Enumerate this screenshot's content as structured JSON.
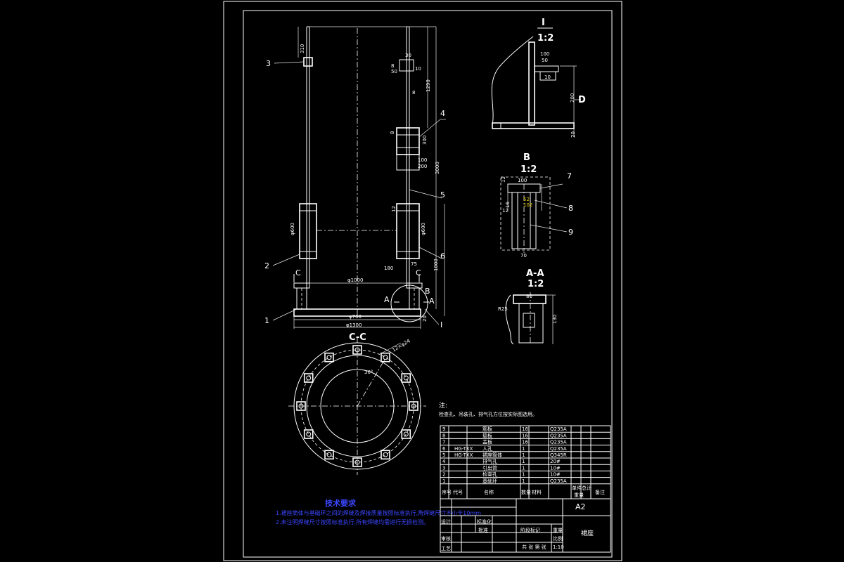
{
  "drawing": {
    "callouts": [
      "1",
      "2",
      "3",
      "4",
      "5",
      "6",
      "7",
      "8",
      "9",
      "I"
    ],
    "views": {
      "detail_I": {
        "title": "I",
        "scale": "1:2",
        "label_D": "D"
      },
      "detail_B": {
        "title": "B",
        "scale": "1:2"
      },
      "detail_AA": {
        "title": "A-A",
        "scale": "1:2"
      },
      "section_CC": {
        "title": "C-C"
      },
      "section_marks": {
        "C": "C",
        "A": "A",
        "B": "B"
      }
    },
    "dims_main": {
      "d310": "310",
      "d1290": "1290",
      "d3000": "3000",
      "d300": "300",
      "d100": "100",
      "d200": "200",
      "d600a": "φ600",
      "d600b": "φ600",
      "d1000": "φ1000",
      "d700": "φ700",
      "d1300": "φ1300",
      "d180": "180",
      "d75": "75",
      "d1000v": "1000",
      "d20": "20",
      "d12": "12",
      "d8a": "8",
      "d8b": "8",
      "d50": "50",
      "d30": "30",
      "d10": "10",
      "d8c": "8"
    },
    "dims_I": {
      "a": "100",
      "b": "50",
      "c": "10",
      "d": "200",
      "e": "20"
    },
    "dims_B": {
      "a": "100",
      "b": "52",
      "c": "102",
      "d": "16",
      "e": "12",
      "f": "70",
      "g": "12"
    },
    "dims_AA": {
      "a": "80",
      "b": "130",
      "c": "R25"
    },
    "dims_CC": {
      "holes": "12×φ24",
      "angle": "30°"
    },
    "note": {
      "head": "注:",
      "body": "检查孔、吊装孔、排气孔方位按实际图选用。"
    },
    "tech_req": {
      "title": "技术要求",
      "line1": "1.裙座筒体与基础环之间的焊缝及焊接质量按照标准执行,角焊缝尺寸不小于10mm",
      "line2": "2.未注明焊缝尺寸按照标准执行,所有焊缝均需进行无损检测。"
    }
  },
  "bom": {
    "rows": [
      {
        "no": "9",
        "code": "",
        "name": "筋板",
        "qty": "16",
        "mat": "Q235A"
      },
      {
        "no": "8",
        "code": "",
        "name": "垫板",
        "qty": "16",
        "mat": "Q235A"
      },
      {
        "no": "7",
        "code": "",
        "name": "盖板",
        "qty": "16",
        "mat": "Q235A"
      },
      {
        "no": "6",
        "code": "HG-TXX",
        "name": "人孔",
        "qty": "1",
        "mat": "Q235A"
      },
      {
        "no": "5",
        "code": "HG-TXX",
        "name": "裙座筒体",
        "qty": "1",
        "mat": "Q345R"
      },
      {
        "no": "4",
        "code": "",
        "name": "排气孔",
        "qty": "1",
        "mat": "20#"
      },
      {
        "no": "3",
        "code": "",
        "name": "引出管",
        "qty": "1",
        "mat": "10#"
      },
      {
        "no": "2",
        "code": "",
        "name": "检查孔",
        "qty": "1",
        "mat": "10#"
      },
      {
        "no": "1",
        "code": "",
        "name": "基础环",
        "qty": "1",
        "mat": "Q235A"
      }
    ],
    "header": {
      "no": "序号",
      "code": "代号",
      "name": "名称",
      "qty": "数量",
      "mat": "材料",
      "unit": "单件",
      "total": "总计",
      "weight": "重量",
      "remark": "备注"
    }
  },
  "title_block": {
    "size": "A2",
    "drawing_name": "裙座",
    "row_labels": {
      "design": "设计",
      "check": "审核",
      "process": "工艺",
      "std": "标准化",
      "approve": "批准"
    },
    "stage": "阶段标记",
    "weight": "重量",
    "scale": "比例",
    "scale_value": "1:10",
    "sheet_info": "共 张 第 张"
  }
}
